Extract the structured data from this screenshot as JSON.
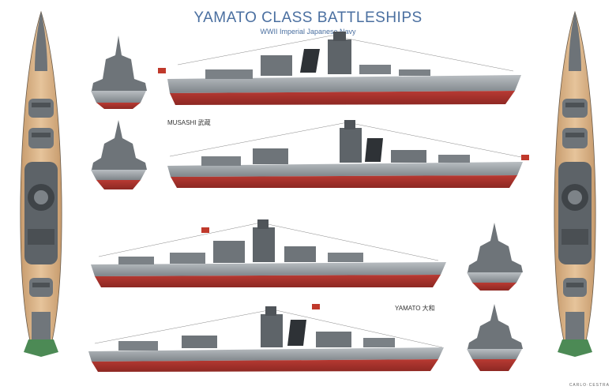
{
  "poster": {
    "title": "YAMATO CLASS BATTLESHIPS",
    "subtitle": "WWII Imperial Japanese Navy",
    "labels": {
      "musashi": "MUSASHI 武蔵",
      "yamato": "YAMATO 大和"
    },
    "credit": "CARLO·CESTRA"
  },
  "colors": {
    "hull_gray": "#8e9499",
    "hull_dark": "#5d6368",
    "antifouling_red": "#a8322c",
    "deck_wood": "#d9b48a",
    "title_blue": "#4a6fa0"
  }
}
